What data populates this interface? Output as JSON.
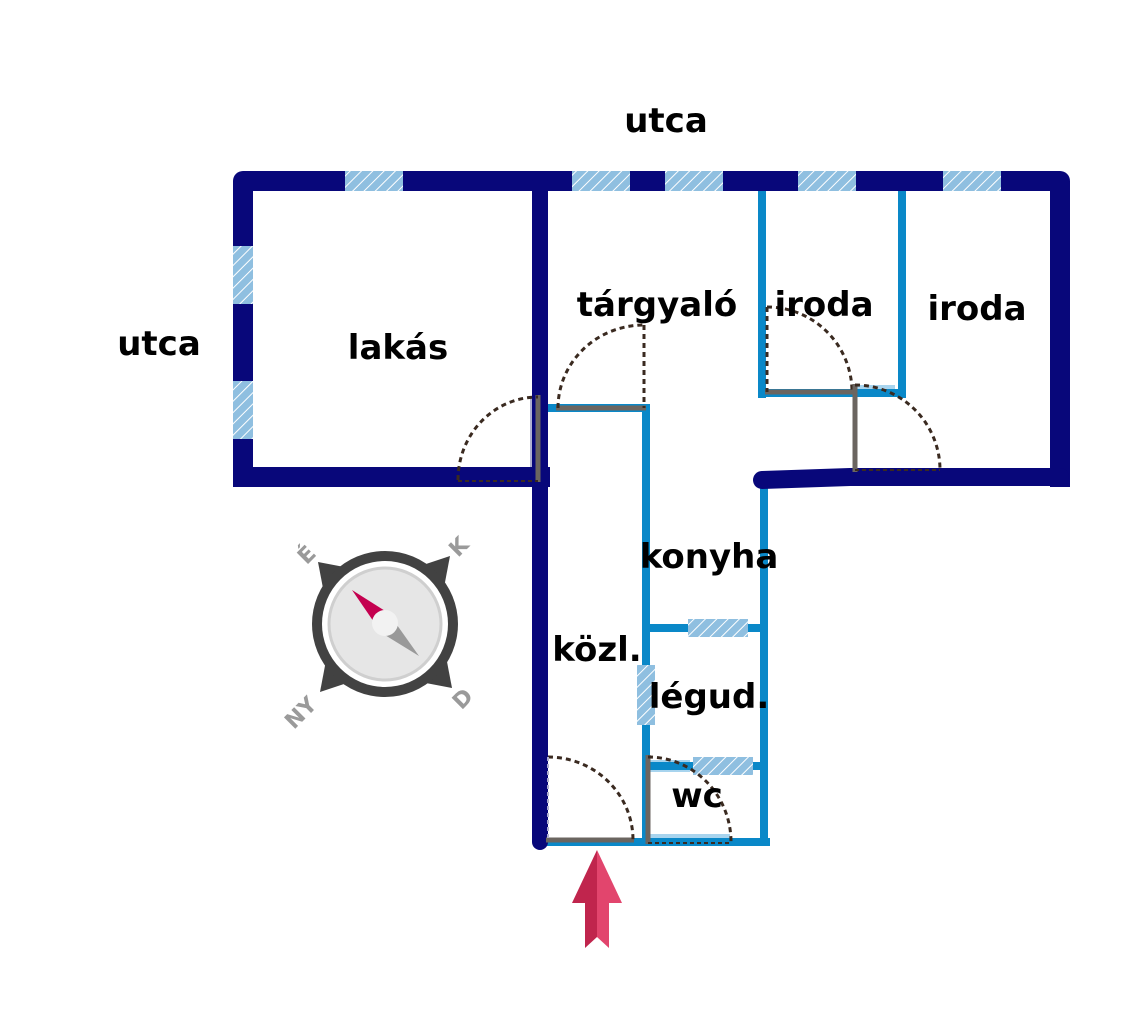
{
  "colors": {
    "outer_wall": "#08077a",
    "inner_wall": "#0a88c8",
    "window": "#8fbfe0",
    "door_swing": "#3a2a20",
    "entrance_arrow": "#d6335f"
  },
  "labels": {
    "street_top": "utca",
    "street_left": "utca",
    "rooms": {
      "lakas": "lakás",
      "targyalo": "tárgyaló",
      "iroda1": "iroda",
      "iroda2": "iroda",
      "konyha": "konyha",
      "kozl": "közl.",
      "legud": "légud.",
      "wc": "wc"
    }
  },
  "compass": {
    "north": "É",
    "east": "K",
    "south": "D",
    "west": "NY"
  }
}
